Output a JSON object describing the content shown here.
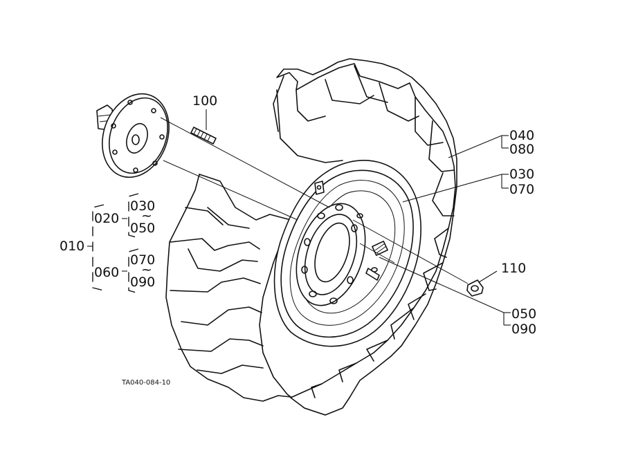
{
  "parts": {
    "p010": "010",
    "p020": "020",
    "p030a": "030",
    "tilde1": "~",
    "p050a": "050",
    "p060": "060",
    "p070a": "070",
    "tilde2": "~",
    "p090a": "090",
    "p100": "100",
    "p040": "040",
    "p080": "080",
    "p030b": "030",
    "p070b": "070",
    "p110": "110",
    "p050b": "050",
    "p090b": "090"
  },
  "figure_code": "TA040-084-10"
}
